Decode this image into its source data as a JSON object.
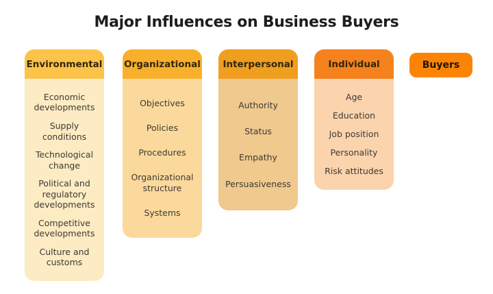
{
  "title": "Major Influences on Business Buyers",
  "columns": [
    {
      "header": "Environmental",
      "header_color": "#fcc34b",
      "body_color": "#fcebc3",
      "items": [
        "Economic developments",
        "Supply conditions",
        "Technological change",
        "Political and regulatory developments",
        "Competitive developments",
        "Culture and customs"
      ]
    },
    {
      "header": "Organizational",
      "header_color": "#f8b02c",
      "body_color": "#fbd99c",
      "items": [
        "Objectives",
        "Policies",
        "Procedures",
        "Organizational structure",
        "Systems"
      ]
    },
    {
      "header": "Interpersonal",
      "header_color": "#ef9e20",
      "body_color": "#efc98d",
      "items": [
        "Authority",
        "Status",
        "Empathy",
        "Persuasiveness"
      ]
    },
    {
      "header": "Individual",
      "header_color": "#f5821d",
      "body_color": "#fbd3ad",
      "items": [
        "Age",
        "Education",
        "Job position",
        "Personality",
        "Risk attitudes"
      ]
    }
  ],
  "buyers": {
    "label": "Buyers",
    "color": "#fc8404"
  }
}
